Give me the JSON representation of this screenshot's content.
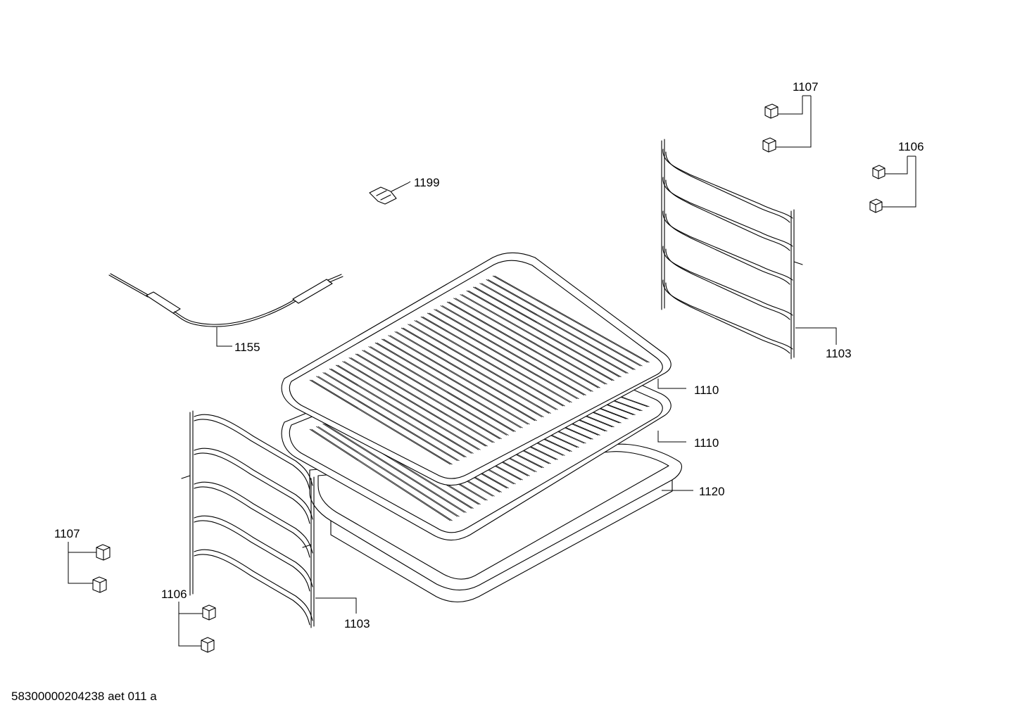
{
  "labels": {
    "rack_right": "1103",
    "rack_left": "1103",
    "clip_top_right": "1107",
    "clip_left": "1107",
    "stop_right": "1106",
    "stop_left": "1106",
    "bracket": "1199",
    "probe": "1155",
    "grid_upper": "1110",
    "grid_lower": "1110",
    "tray": "1120"
  },
  "footer": {
    "code": "58300000204238 aet 011 a"
  }
}
